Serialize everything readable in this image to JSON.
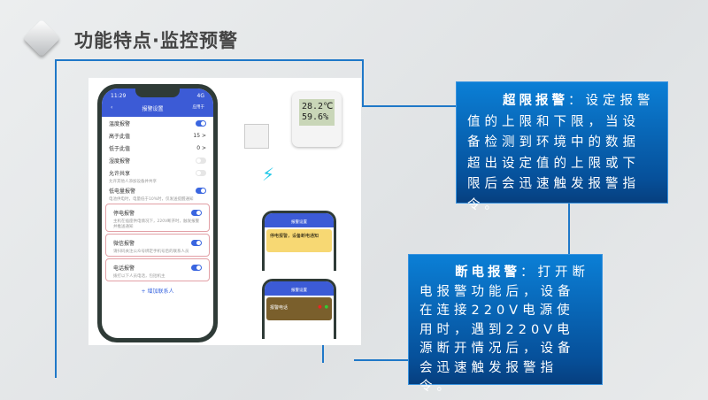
{
  "header": {
    "title": "功能特点·监控预警"
  },
  "phone": {
    "time": "11:29",
    "signal": "4G",
    "screen_title": "报警设置",
    "back_icon": "chevron-left-icon",
    "right_action": "应用于",
    "rows": [
      {
        "label": "温度报警",
        "toggle": true
      },
      {
        "label": "高于此值",
        "value": "15 >"
      },
      {
        "label": "低于此值",
        "value": "0 >"
      },
      {
        "label": "湿度报警",
        "toggle": false
      },
      {
        "label": "允许共享",
        "toggle": false,
        "desc": "允许其他人添加设备并共享"
      },
      {
        "label": "低电量报警",
        "toggle": true,
        "desc": "电池供电时，电量低于10%时，仅发送提醒通知"
      },
      {
        "label": "停电报警",
        "toggle": true,
        "desc": "主机在插座供电情况下，220V断开时，触发报警并推送通知",
        "highlight": true
      },
      {
        "label": "微信报警",
        "toggle": true,
        "desc": "请扫码关注公众号绑定手机号后的联系人员",
        "highlight": true
      },
      {
        "label": "电话报警",
        "toggle": true,
        "desc": "拨打以下人员电话，包括机主",
        "highlight": true
      }
    ],
    "add_contact": "+ 增加联系人"
  },
  "device": {
    "temperature": "28.2℃",
    "humidity": "59.6%"
  },
  "mini1": {
    "title": "报警设置",
    "notice": "停电报警，设备断电通知"
  },
  "mini2": {
    "title": "报警设置",
    "call": "报警电话"
  },
  "box1": {
    "heading": "超限报警",
    "text": "：设定报警值的上限和下限，当设备检测到环境中的数据超出设定值的上限或下限后会迅速触发报警指令。"
  },
  "box2": {
    "heading": "断电报警",
    "text": "：打开断电报警功能后，设备在连接220V电源使用时，遇到220V电源断开情况后，设备会迅速触发报警指令。"
  },
  "colors": {
    "accent": "#1f78c8",
    "box_top": "#0b7fd6",
    "box_bottom": "#063f7f",
    "app_blue": "#3c5bd6"
  }
}
